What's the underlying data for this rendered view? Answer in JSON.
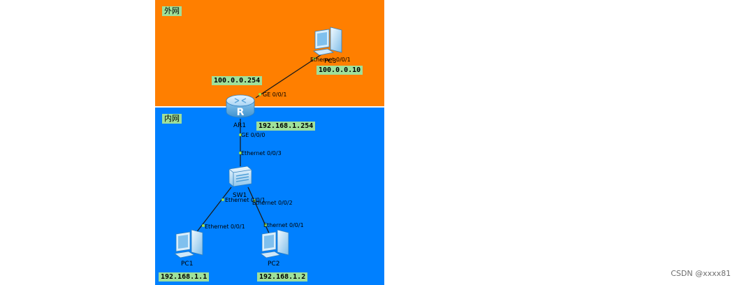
{
  "zones": {
    "external": {
      "label": "外网",
      "color": "#ff7f00"
    },
    "internal": {
      "label": "内网",
      "color": "#0080ff"
    }
  },
  "devices": {
    "router": {
      "name": "AR1",
      "icon": "router-icon"
    },
    "switch": {
      "name": "SW1",
      "icon": "switch-icon"
    },
    "pc1": {
      "name": "PC1",
      "icon": "pc-icon",
      "ip": "192.168.1.1"
    },
    "pc2": {
      "name": "PC2",
      "icon": "pc-icon",
      "ip": "192.168.1.2"
    },
    "pc3": {
      "name": "PC3",
      "icon": "pc-icon",
      "ip": "100.0.0.10"
    }
  },
  "addresses": {
    "router_external": "100.0.0.254",
    "router_internal": "192.168.1.254"
  },
  "ports": {
    "router_ge001": "GE 0/0/1",
    "router_ge000": "GE 0/0/0",
    "pc3_eth001": "Ethernet 0/0/1",
    "sw_eth003": "Ethernet 0/0/3",
    "sw_eth001": "Ethernet 0/0/1",
    "sw_eth002": "Ethernet 0/0/2",
    "pc1_eth001": "Ethernet 0/0/1",
    "pc2_eth001": "Ethernet 0/0/1"
  },
  "colors": {
    "link": "#1a1a1a",
    "port_dot": "#9be04a",
    "label_bg": "#9fe09a"
  },
  "watermark": "CSDN @xxxx81",
  "_note": "watermark suffix partially unreadable in source; 'xxxx' is a placeholder guess"
}
